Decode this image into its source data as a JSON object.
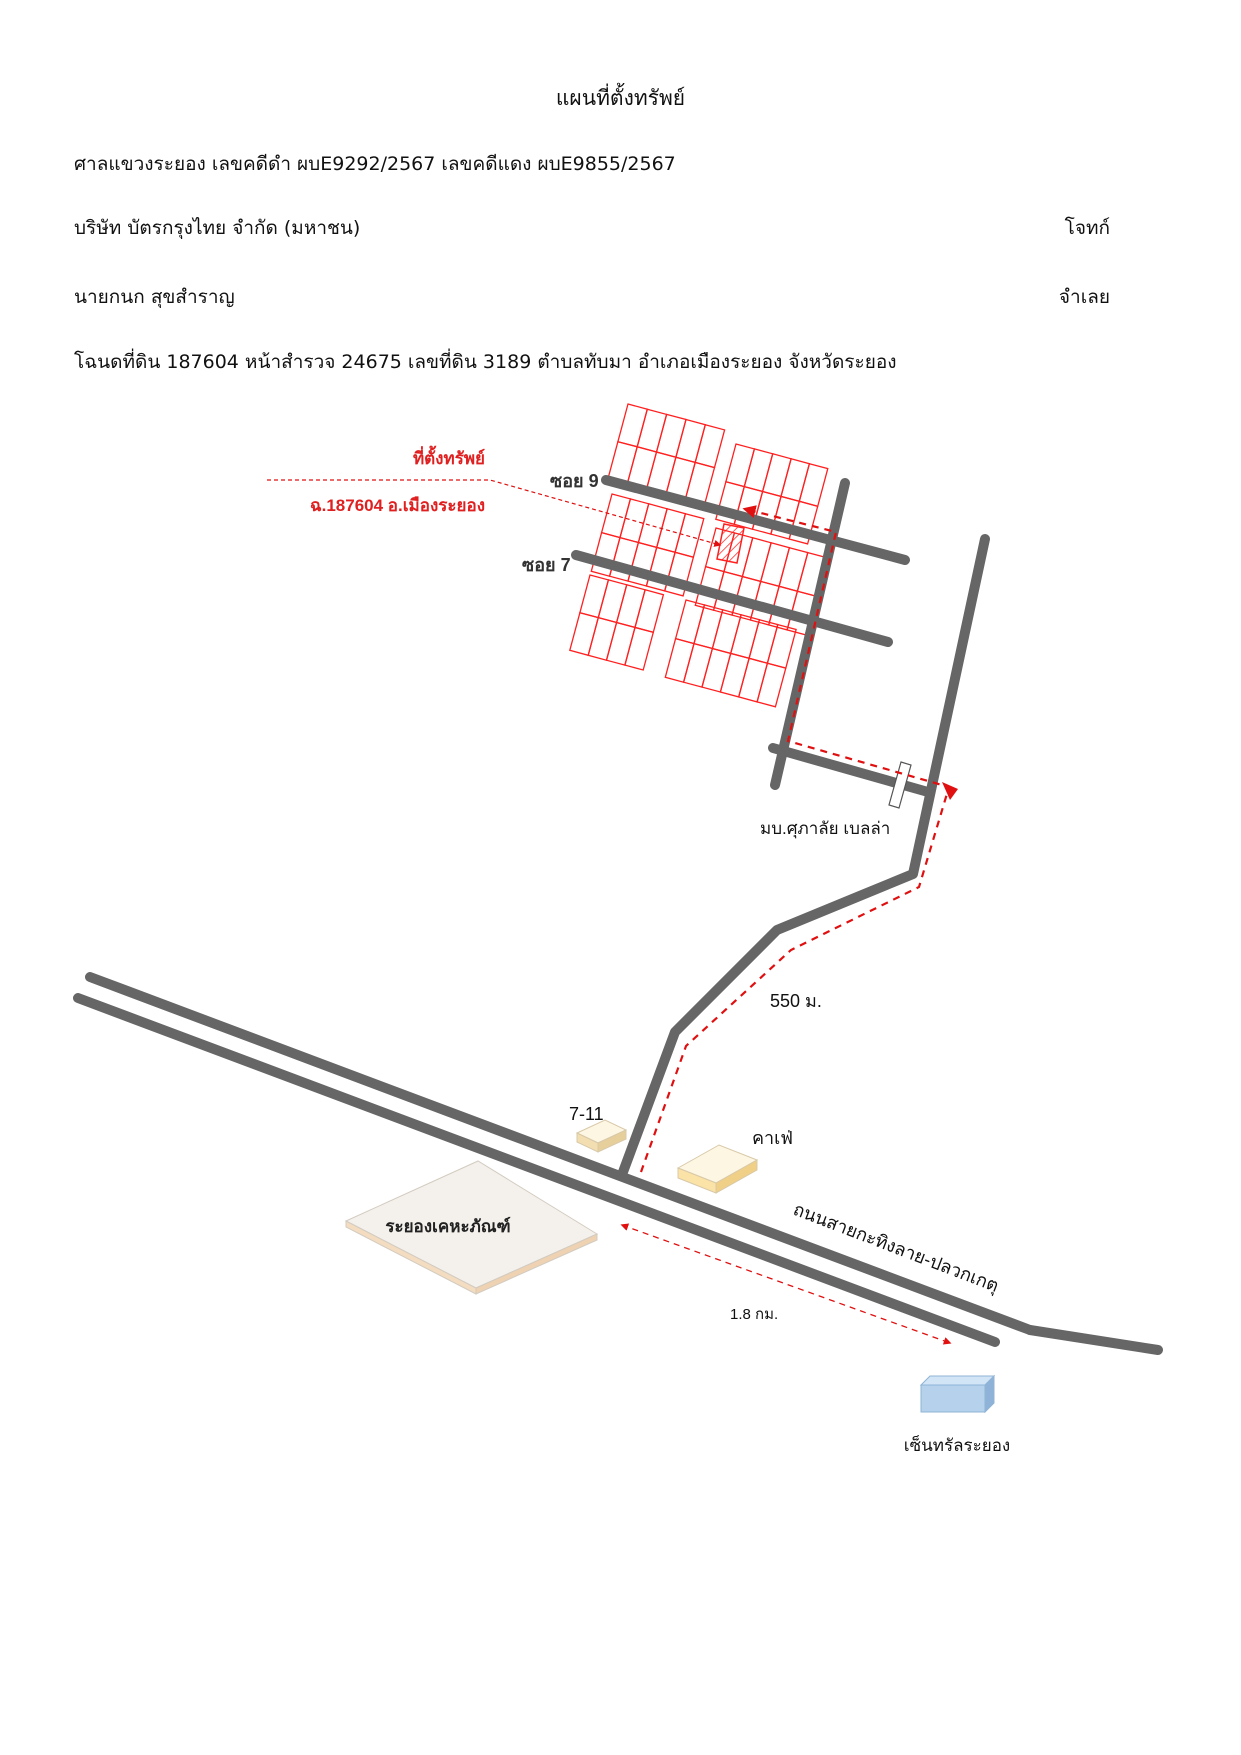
{
  "document": {
    "title": "แผนที่ตั้งทรัพย์",
    "court_line": "ศาลแขวงระยอง เลขคดีดำ ผบE9292/2567  เลขคดีแดง ผบE9855/2567",
    "plaintiff_name": "บริษัท บัตรกรุงไทย จำกัด (มหาชน)",
    "plaintiff_role": "โจทก์",
    "defendant_name": "นายกนก  สุขสำราญ",
    "defendant_role": "จำเลย",
    "deed_line": "โฉนดที่ดิน 187604 หน้าสำรวจ 24675 เลขที่ดิน 3189 ตำบลทับมา อำเภอเมืองระยอง จังหวัดระยอง"
  },
  "map": {
    "property_label": "ที่ตั้งทรัพย์",
    "property_deed": "ฉ.187604 อ.เมืองระยอง",
    "soi_9": "ซอย 9",
    "soi_7": "ซอย 7",
    "village": "มบ.ศุภาลัย เบลล่า",
    "distance_550": "550 ม.",
    "store_711": "7-11",
    "cafe": "คาเฟ่",
    "hospital": "ระยองเคหะภัณฑ์",
    "main_road": "ถนนสายกะทิงลาย-ปลวกเกตุ",
    "distance_18": "1.8 กม.",
    "central": "เซ็นทรัลระยอง"
  },
  "colors": {
    "road": "#666666",
    "route": "#e01010",
    "plots": "#ff2020",
    "label_red": "#e02020"
  }
}
